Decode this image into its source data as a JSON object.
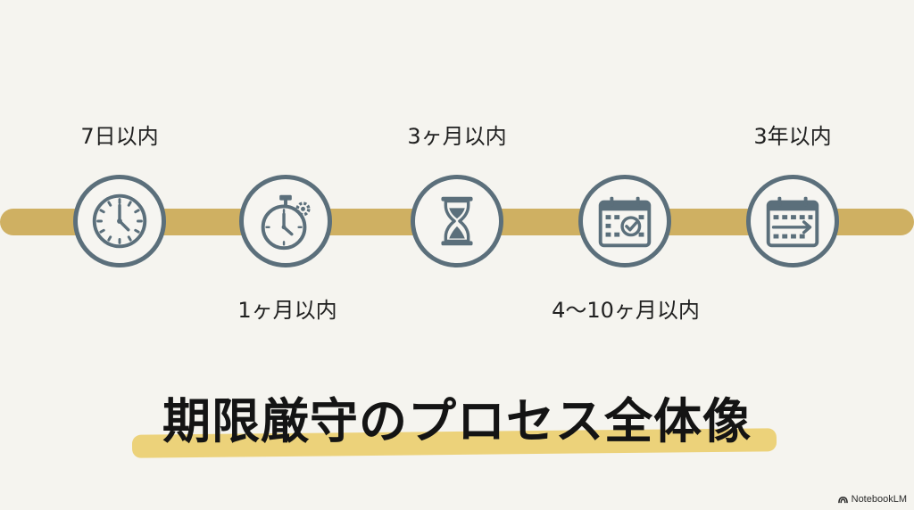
{
  "milestones": [
    {
      "label": "7日以内",
      "icon": "clock-icon"
    },
    {
      "label": "1ヶ月以内",
      "icon": "stopwatch-gear-icon"
    },
    {
      "label": "3ヶ月以内",
      "icon": "hourglass-icon"
    },
    {
      "label": "4〜10ヶ月以内",
      "icon": "calendar-check-icon"
    },
    {
      "label": "3年以内",
      "icon": "calendar-arrow-icon"
    }
  ],
  "title": "期限厳守のプロセス全体像",
  "brand": "NotebookLM",
  "colors": {
    "timeline": "#cfb062",
    "icon": "#5b6f7b",
    "highlight": "#ecd27a",
    "background": "#f5f4ef"
  }
}
